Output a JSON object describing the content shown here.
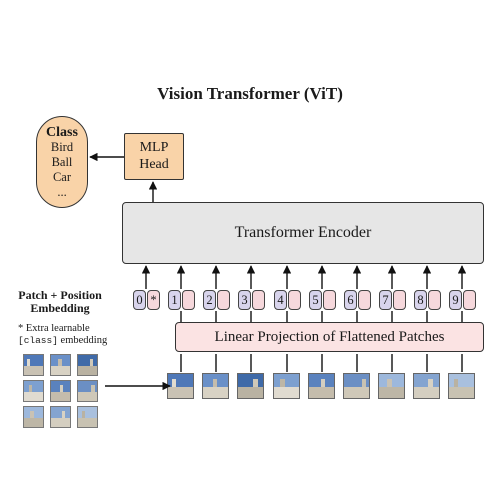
{
  "title": "Vision Transformer (ViT)",
  "class_box": {
    "heading": "Class",
    "items": [
      "Bird",
      "Ball",
      "Car",
      "..."
    ]
  },
  "mlp_head": {
    "line1": "MLP",
    "line2": "Head"
  },
  "encoder": {
    "label": "Transformer Encoder"
  },
  "linear_projection": {
    "label": "Linear Projection of Flattened Patches"
  },
  "embedding_label": {
    "line1": "Patch + Position",
    "line2": "Embedding"
  },
  "footnote": {
    "line1": "* Extra learnable",
    "code": "[class]",
    "line2_rest": " embedding"
  },
  "tokens": [
    {
      "num": "0",
      "emb": "*"
    },
    {
      "num": "1",
      "emb": ""
    },
    {
      "num": "2",
      "emb": ""
    },
    {
      "num": "3",
      "emb": ""
    },
    {
      "num": "4",
      "emb": ""
    },
    {
      "num": "5",
      "emb": ""
    },
    {
      "num": "6",
      "emb": ""
    },
    {
      "num": "7",
      "emb": ""
    },
    {
      "num": "8",
      "emb": ""
    },
    {
      "num": "9",
      "emb": ""
    }
  ],
  "colors": {
    "class_fill": "#f9d3a8",
    "encoder_fill": "#e6e6e6",
    "projection_fill": "#fbe3e3",
    "position_token_fill": "#d8d4ec",
    "patch_token_fill": "#f6d8dc"
  }
}
